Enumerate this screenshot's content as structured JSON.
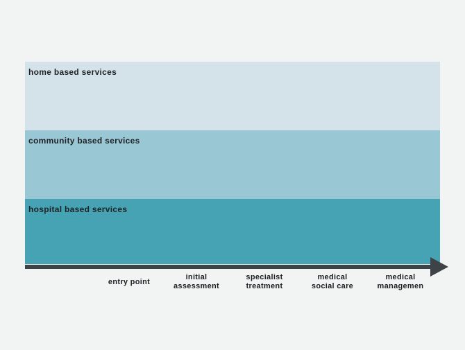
{
  "diagram": {
    "type": "care-pathway-continuum",
    "background_color": "#f2f4f3",
    "text_color": "#1e2225",
    "bands": [
      {
        "label": "home based services",
        "color": "#d4e3ea"
      },
      {
        "label": "community based services",
        "color": "#99c7d3"
      },
      {
        "label": "hospital based services",
        "color": "#45a3b3"
      }
    ],
    "axis": {
      "color": "#3d4347",
      "direction": "left-to-right",
      "steps": [
        {
          "line1": "entry point",
          "line2": ""
        },
        {
          "line1": "initial",
          "line2": "assessment"
        },
        {
          "line1": "specialist",
          "line2": "treatment"
        },
        {
          "line1": "medical",
          "line2": "social care"
        },
        {
          "line1": "medical",
          "line2": "managemen"
        }
      ]
    }
  }
}
